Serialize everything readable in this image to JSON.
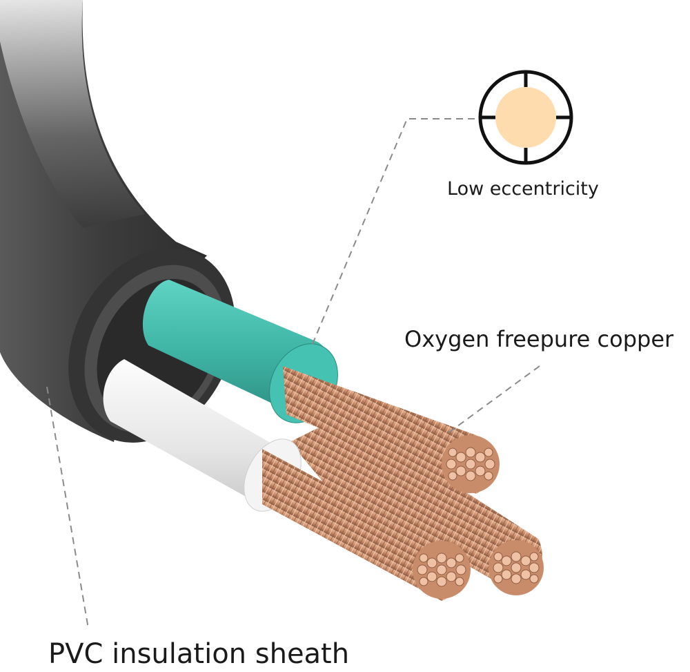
{
  "labels": {
    "eccentricity": "Low eccentricity",
    "copper": "Oxygen freepure copper",
    "sheath": "PVC insulation sheath"
  },
  "colors": {
    "sheath": "#3b3b3b",
    "teal_insulation": "#3fb5a6",
    "white_insulation": "#ececec",
    "copper": "#c98c6a",
    "eccentricity_core": "#ffdcae",
    "leader_line": "#8a8a8a"
  }
}
